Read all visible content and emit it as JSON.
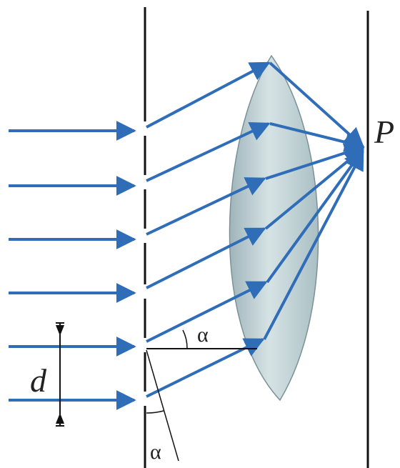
{
  "labels": {
    "point": "P",
    "spacing": "d",
    "angle_upper": "α",
    "angle_lower": "α"
  },
  "colors": {
    "ray": "#2f6db8",
    "lens_fill": "#b7cbd0",
    "lens_edge": "#7b9196",
    "line": "#111111",
    "text": "#222222"
  }
}
